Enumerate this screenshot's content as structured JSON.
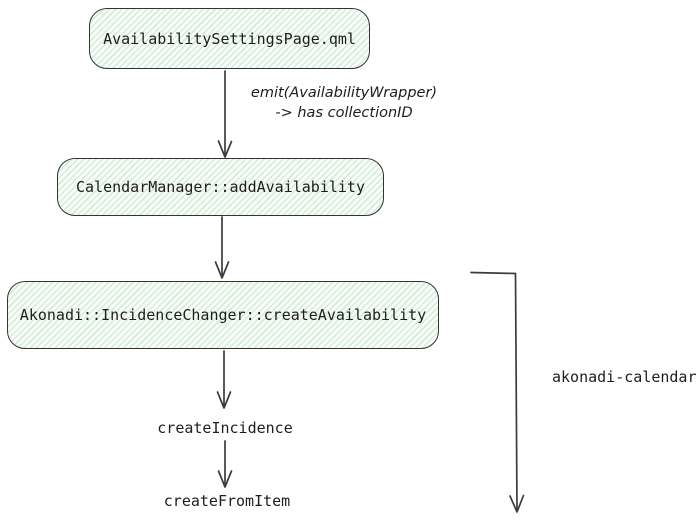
{
  "diagram": {
    "background_color": "#ffffff",
    "node_fill_base": "#f7fcf8",
    "node_fill_stripe": "#d6ecda",
    "node_border_color": "#333333",
    "arrow_color": "#3c3c3c",
    "text_color": "#1e1e1e",
    "nodes": [
      {
        "id": "availability-settings-page",
        "type": "box",
        "label": "AvailabilitySettingsPage.qml"
      },
      {
        "id": "calendar-manager-add-availability",
        "type": "box",
        "label": "CalendarManager::addAvailability"
      },
      {
        "id": "incidence-changer-create-availability",
        "type": "box",
        "label": "Akonadi::IncidenceChanger::createAvailability"
      },
      {
        "id": "create-incidence",
        "type": "text",
        "label": "createIncidence"
      },
      {
        "id": "create-from-item",
        "type": "text",
        "label": "createFromItem"
      }
    ],
    "edges": [
      {
        "from": "availability-settings-page",
        "to": "calendar-manager-add-availability",
        "label_line1": "emit(AvailabilityWrapper)",
        "label_line2": "-> has collectionID"
      },
      {
        "from": "calendar-manager-add-availability",
        "to": "incidence-changer-create-availability"
      },
      {
        "from": "incidence-changer-create-availability",
        "to": "create-incidence"
      },
      {
        "from": "create-incidence",
        "to": "create-from-item"
      },
      {
        "from": "incidence-changer-create-availability",
        "to": "bottom-right",
        "side": "right",
        "label": "akonadi-calendar"
      }
    ]
  }
}
